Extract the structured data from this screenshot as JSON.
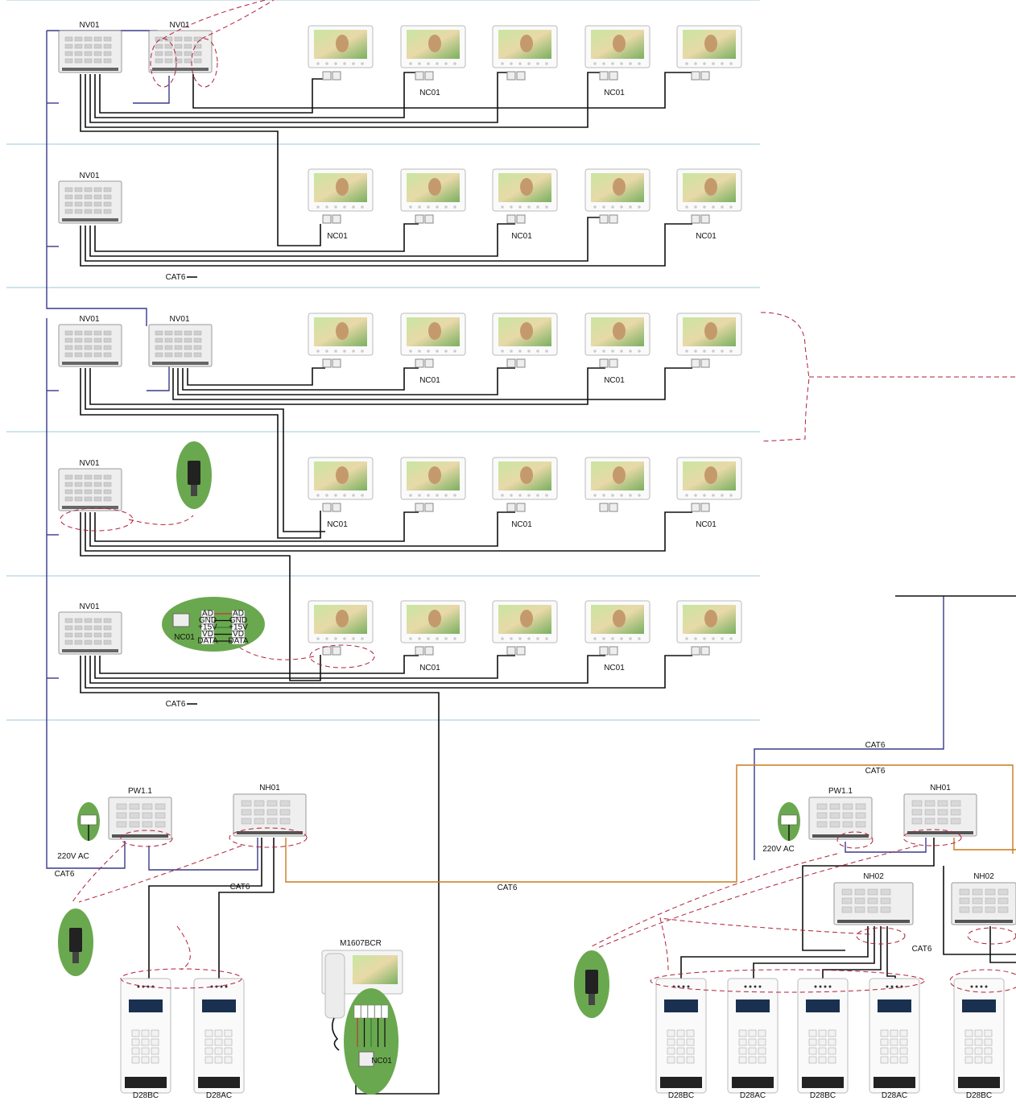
{
  "labels": {
    "nv01": "NV01",
    "nc01": "NC01",
    "cat6": "CAT6",
    "pw": "PW1.1",
    "nh01": "NH01",
    "nh02": "NH02",
    "ac220": "220V AC",
    "m1607": "M1607BCR",
    "d28bc": "D28BC",
    "d28ac": "D28AC"
  },
  "terminal_pins": [
    "AD",
    "GND",
    "+15V",
    "VD",
    "DATA"
  ],
  "colors": {
    "wire": "#111111",
    "power_wire": "#3a3a8c",
    "link_wire": "#c87a1c",
    "callout": "#b0203a",
    "floor_line": "#9cc9d9",
    "callout_fill": "#6aa84f"
  }
}
